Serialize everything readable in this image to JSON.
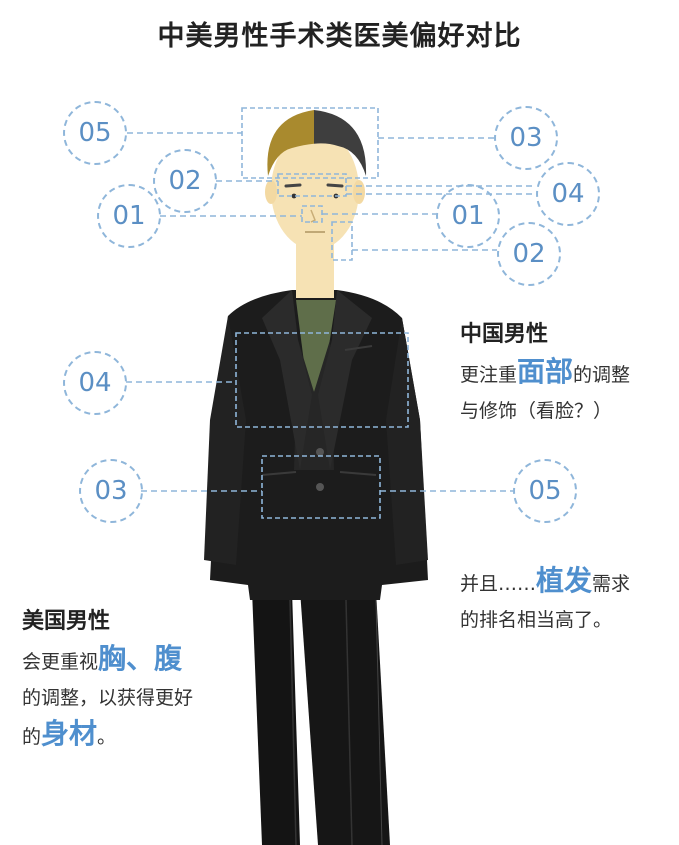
{
  "title": "中美男性手术类医美偏好对比",
  "markers": {
    "left": [
      "05",
      "02",
      "01",
      "04",
      "03"
    ],
    "right": [
      "03",
      "04",
      "01",
      "02",
      "05"
    ]
  },
  "china": {
    "heading": "中国男性",
    "line1_pre": "更注重",
    "line1_em": "面部",
    "line1_post": "的调整",
    "line2": "与修饰（看脸？）"
  },
  "hair": {
    "pre": "并且……",
    "em": "植发",
    "post": "需求",
    "line2": "的排名相当高了。"
  },
  "usa": {
    "heading": "美国男性",
    "line1_pre": "会更重视",
    "line1_em": "胸、腹",
    "line2": "的调整，以获得更好",
    "line3_pre": "的",
    "line3_em": "身材",
    "line3_post": "。"
  },
  "colors": {
    "accent": "#4f8fce",
    "dashed": "#8fb6da",
    "hair_left": "#a98a2e",
    "hair_right": "#3e3e3e",
    "skin": "#f6e2b4",
    "suit": "#1c1c1c",
    "shirt": "#5f6e4a"
  }
}
